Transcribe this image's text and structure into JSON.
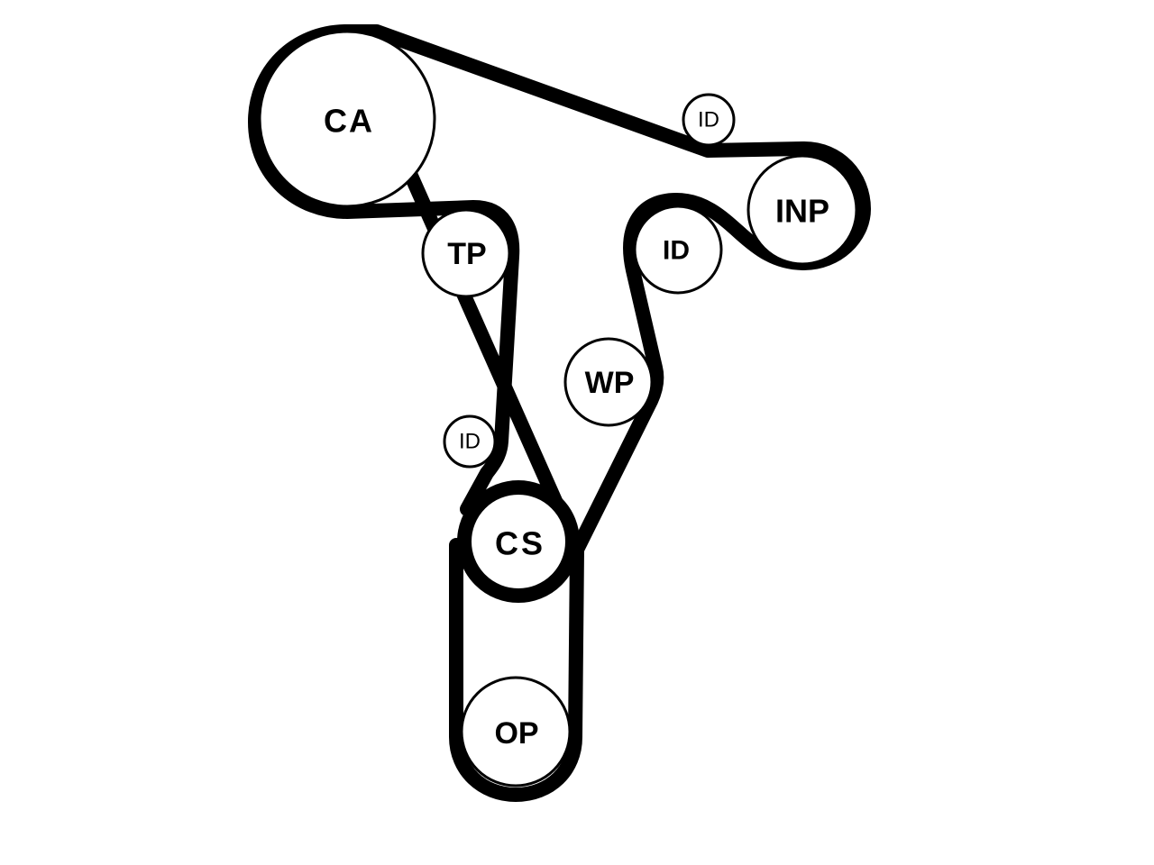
{
  "pulleys": {
    "ca": {
      "label": "CA"
    },
    "id_top": {
      "label": "ID"
    },
    "inp": {
      "label": "INP"
    },
    "tp": {
      "label": "TP"
    },
    "id_mid": {
      "label": "ID"
    },
    "wp": {
      "label": "WP"
    },
    "id_small": {
      "label": "ID"
    },
    "cs": {
      "label": "CS"
    },
    "op": {
      "label": "OP"
    }
  },
  "colors": {
    "belt": "#000000",
    "pulley_fill": "#ffffff",
    "pulley_stroke": "#000000"
  }
}
